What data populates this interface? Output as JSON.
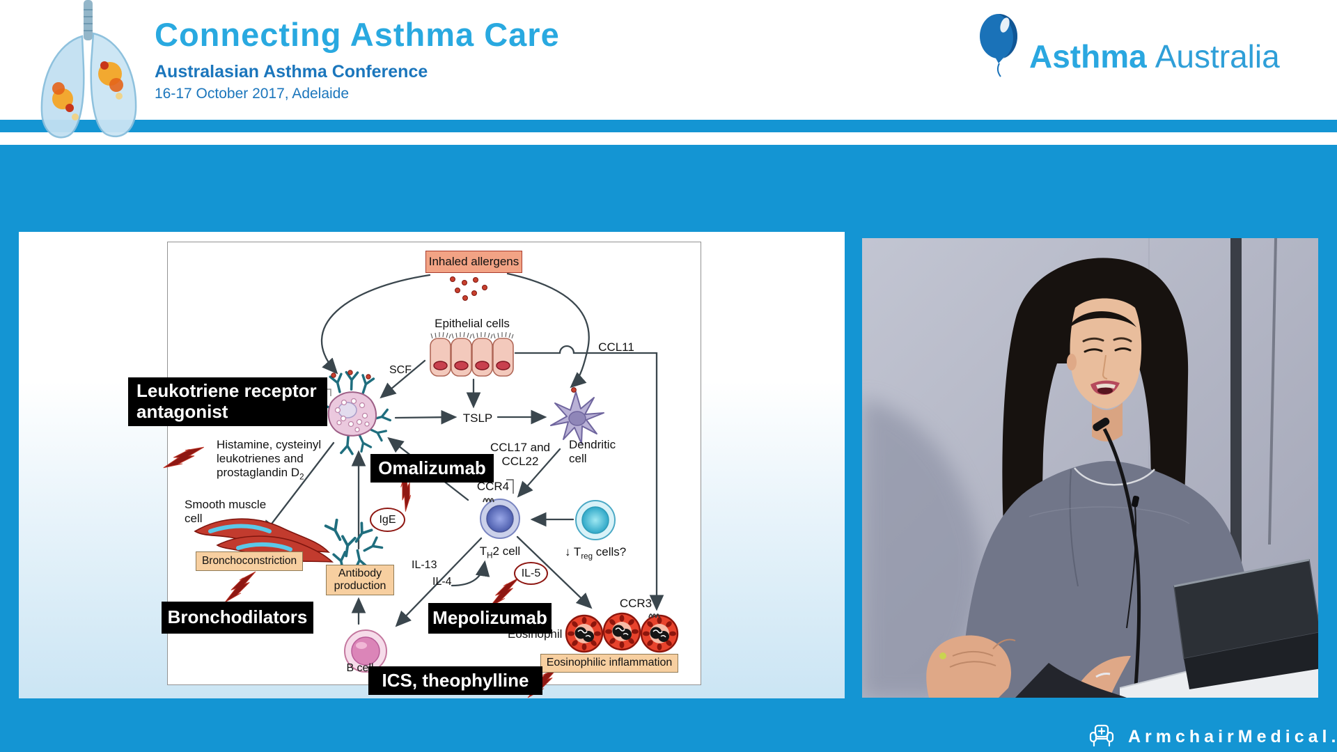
{
  "header": {
    "title": "Connecting Asthma Care",
    "subtitle": "Australasian Asthma Conference",
    "date_location": "16-17 October 2017, Adelaide",
    "logo": {
      "org_bold": "Asthma",
      "org_light": "Australia"
    },
    "icons": {
      "left": "inflamed-lungs-logo",
      "right": "balloon-icon"
    },
    "colors": {
      "title_blue": "#29A9E0",
      "subtitle_blue": "#1B76BC",
      "logo_blue": "#2AA7E0"
    }
  },
  "page": {
    "colors": {
      "brand_blue": "#1495D3"
    }
  },
  "slide": {
    "diagram": {
      "inhaled_allergens": "Inhaled allergens",
      "epithelial_cells": "Epithelial cells",
      "scf": "SCF",
      "ccl11": "CCL11",
      "tslp": "TSLP",
      "dendritic_cell": "Dendritic cell",
      "ccl17_ccl22": "CCL17 and CCL22",
      "ccr4": "CCR4",
      "th2": {
        "pre": "T",
        "sub": "H",
        "post": "2 cell"
      },
      "treg": {
        "pre": "↓ T",
        "sub": "reg",
        "post": " cells?"
      },
      "ige": "IgE",
      "il13": "IL-13",
      "il4": "IL-4",
      "il5": "IL-5",
      "antibody_production": "Antibody production",
      "b_cell": "B cell",
      "smooth_muscle": "Smooth muscle cell",
      "bronchoconstriction": "Bronchoconstriction",
      "histamine_line1": "Histamine, cysteinyl",
      "histamine_line2": "leukotrienes and",
      "prostaglandin": {
        "pre": "prostaglandin D",
        "sub": "2"
      },
      "eosinophil": "Eosinophil",
      "ccr3": "CCR3",
      "eosinophilic_inflammation": "Eosinophilic inflammation",
      "drugs": {
        "lra_line1": "Leukotriene receptor",
        "lra_line2": "antagonist",
        "omalizumab": "Omalizumab",
        "bronchodilators": "Bronchodilators",
        "mepolizumab": "Mepolizumab",
        "ics_theophylline": "ICS, theophylline"
      }
    }
  },
  "footer": {
    "watermark": "ArmchairMedical.tv",
    "icon": "armchair-cross-icon"
  }
}
